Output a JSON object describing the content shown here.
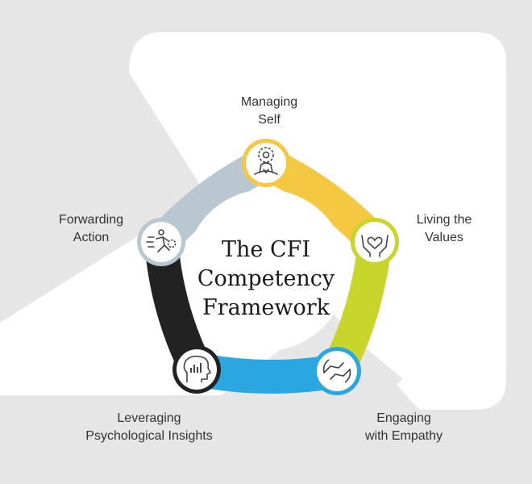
{
  "title": [
    "The CFI",
    "Competency",
    "Framework"
  ],
  "colors": {
    "background": "#e6e6e6",
    "shape": "#ffffff",
    "managing_self": "#f5c842",
    "living_values": "#c8d62b",
    "engaging_empathy": "#2aa6e0",
    "leveraging_insights": "#222222",
    "forwarding_action": "#b8c7d0"
  },
  "competencies": [
    {
      "lines": [
        "Managing",
        "Self"
      ],
      "icon": "meditation-gear-icon",
      "color": "#f5c842"
    },
    {
      "lines": [
        "Living the",
        "Values"
      ],
      "icon": "hands-heart-icon",
      "color": "#c8d62b"
    },
    {
      "lines": [
        "Engaging",
        "with Empathy"
      ],
      "icon": "handshake-icon",
      "color": "#2aa6e0"
    },
    {
      "lines": [
        "Leveraging",
        "Psychological Insights"
      ],
      "icon": "head-chart-icon",
      "color": "#222222"
    },
    {
      "lines": [
        "Forwarding",
        "Action"
      ],
      "icon": "runner-gear-icon",
      "color": "#b8c7d0"
    }
  ]
}
